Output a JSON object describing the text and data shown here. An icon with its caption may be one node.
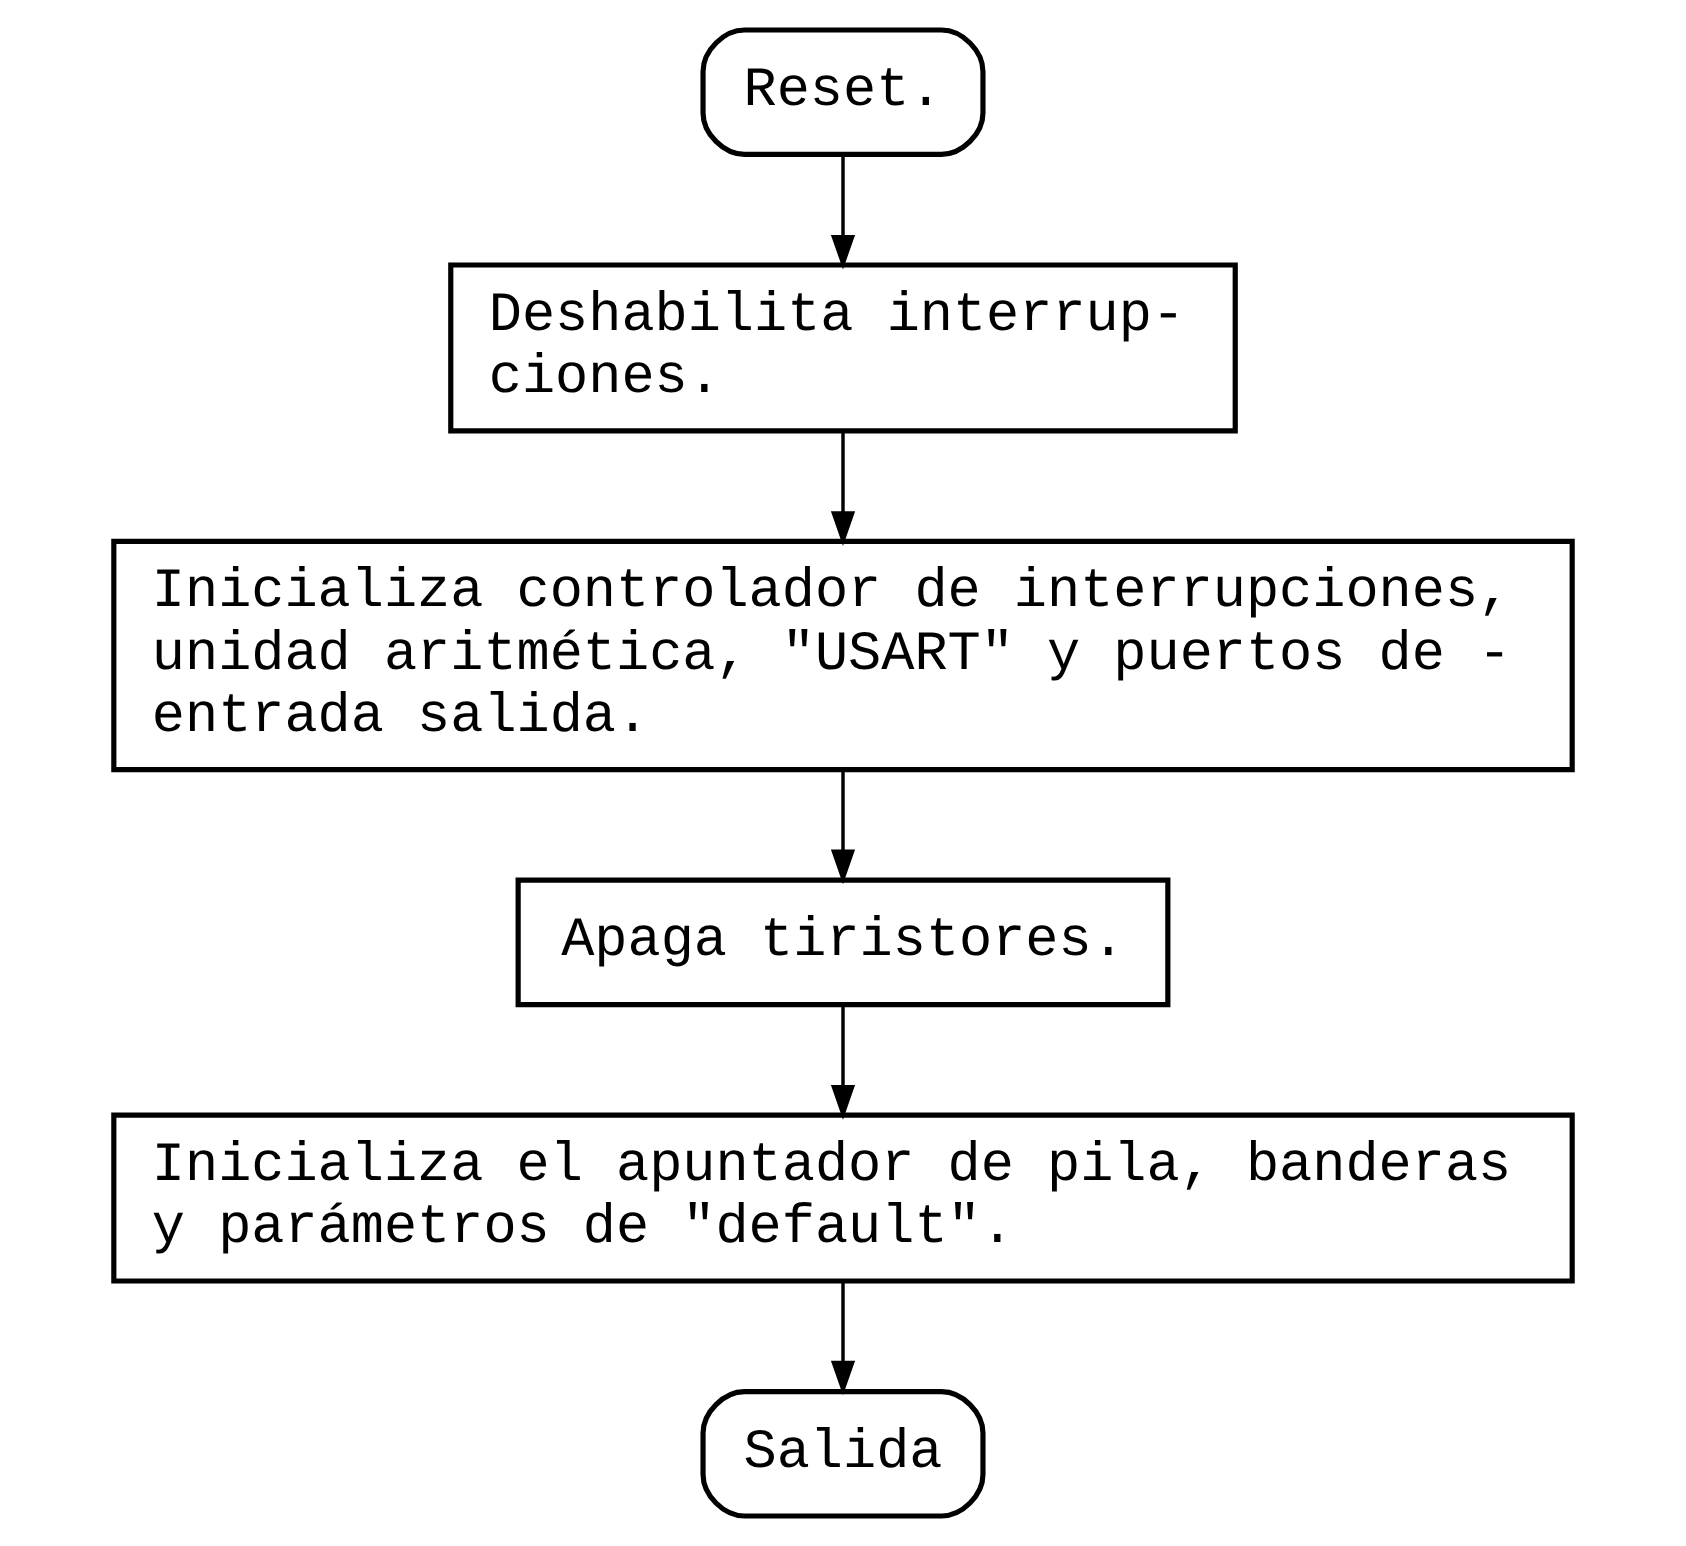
{
  "diagram": {
    "nodes": [
      {
        "text": [
          "Reset."
        ]
      },
      {
        "text": [
          "Deshabilita interrup- ciones."
        ]
      },
      {
        "text": [
          "Inicializa controlador de interrupciones, unidad aritmética, \"USART\" y puertos de - entrada salida."
        ]
      },
      {
        "text": [
          "Apaga tiristores."
        ]
      },
      {
        "text": [
          "Inicializa el apuntador de pila, banderas y parámetros de \"default\"."
        ]
      },
      {
        "text": [
          "Salida"
        ]
      }
    ],
    "edges": [
      {
        "from": 0,
        "to": 1,
        "arrow": "to"
      },
      {
        "from": 1,
        "to": 2,
        "arrow": "to"
      },
      {
        "from": 2,
        "to": 3,
        "arrow": "to"
      },
      {
        "from": 3,
        "to": 4,
        "arrow": "to"
      },
      {
        "from": 4,
        "to": 5,
        "arrow": "to"
      }
    ]
  }
}
